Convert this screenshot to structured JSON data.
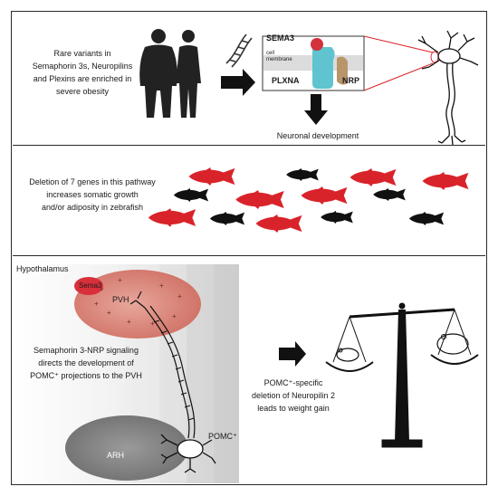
{
  "panel1": {
    "text_lines": [
      "Rare variants in",
      "Semaphorin 3s, Neuropilins",
      "and Plexins are enriched in",
      "severe obesity"
    ],
    "sema3": "SEMA3",
    "cell_membrane_line1": "cell",
    "cell_membrane_line2": "membrane",
    "plxna": "PLXNA",
    "nrp": "NRP",
    "neuronal_development": "Neuronal development"
  },
  "panel2": {
    "text_lines": [
      "Deletion of 7 genes in this pathway",
      "increases somatic growth",
      "and/or adiposity in zebrafish"
    ]
  },
  "panel3": {
    "hypothalamus": "Hypothalamus",
    "sema3": "Sema3",
    "pvh": "PVH",
    "arh": "ARH",
    "pomc": "POMC⁺",
    "signaling_lines": [
      "Semaphorin 3-NRP signaling",
      "directs the development of",
      "POMC⁺ projections to the PVH"
    ],
    "result_lines": [
      "POMC⁺-specific",
      "deletion of Neuropilin 2",
      "leads to weight gain"
    ]
  },
  "colors": {
    "red_fish": "#d9232a",
    "black": "#111111",
    "plexin_teal": "#5fc4cf",
    "sema_red": "#d4313b",
    "nrp_tan": "#b9956a",
    "pvh_fill": "#d98a80"
  }
}
